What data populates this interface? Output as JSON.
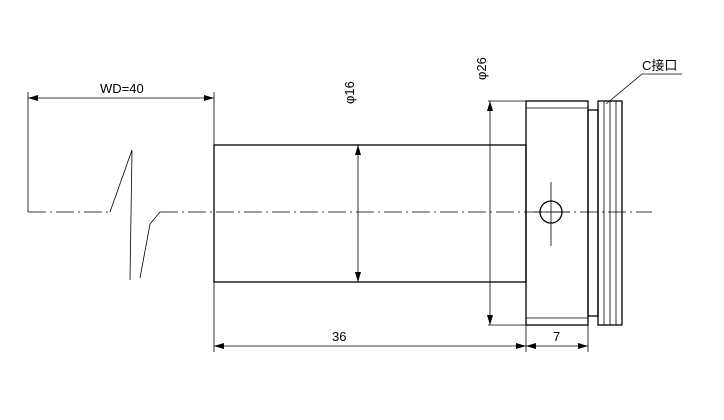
{
  "dimensions": {
    "working_distance": "WD=40",
    "barrel_diameter": "φ16",
    "flange_diameter": "φ26",
    "barrel_length": "36",
    "flange_length": "7"
  },
  "callouts": {
    "mount": "C接口"
  }
}
